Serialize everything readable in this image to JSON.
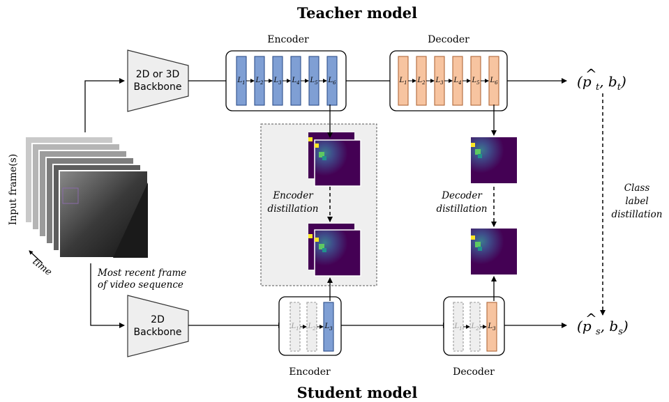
{
  "teacher_title": "Teacher model",
  "student_title": "Student model",
  "teacher_backbone": [
    "2D or 3D",
    "Backbone"
  ],
  "student_backbone": [
    "2D",
    "Backbone"
  ],
  "teacher_encoder_label": "Encoder",
  "teacher_decoder_label": "Decoder",
  "student_encoder_label": "Encoder",
  "student_decoder_label": "Decoder",
  "teacher_layers": [
    "L1",
    "L2",
    "L3",
    "L4",
    "L5",
    "L6"
  ],
  "student_layers": [
    "L1",
    "L2",
    "L3"
  ],
  "input_label": "Input frame(s)",
  "time_label": "time",
  "recent_frame_label": [
    "Most recent frame",
    "of video sequence"
  ],
  "encoder_distill_label": [
    "Encoder",
    "distillation"
  ],
  "decoder_distill_label": [
    "Decoder",
    "distillation"
  ],
  "class_distill_label": [
    "Class",
    "label",
    "distillation"
  ],
  "teacher_output": "(p̂t, bt)",
  "student_output": "(p̂s, bs)",
  "colors": {
    "encoder_layer": "#7f9fd4",
    "decoder_layer": "#f7c4a0",
    "inactive_layer": "#eeeeee",
    "backbone": "#eeeeee",
    "distill_panel": "#efefef",
    "heatmap_bg": "#440154"
  }
}
